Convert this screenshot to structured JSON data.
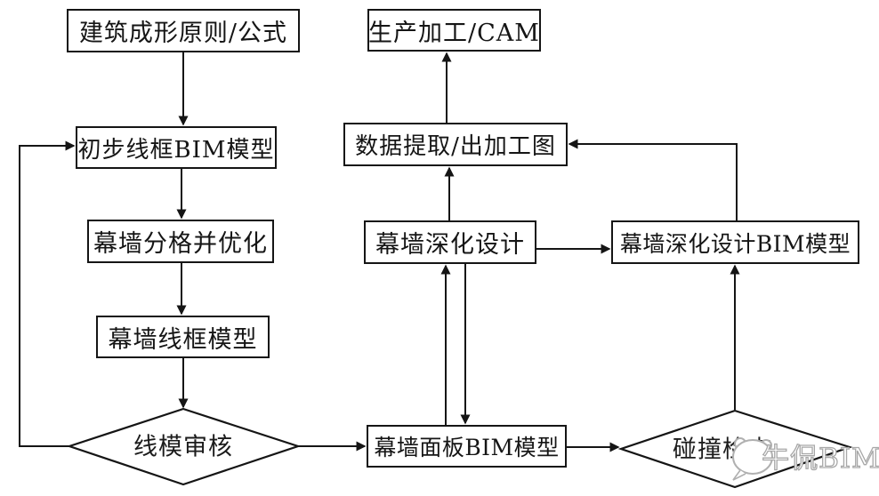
{
  "flowchart": {
    "nodes": {
      "arch_principles": {
        "label": "建筑成形原则/公式"
      },
      "prelim_wireframe": {
        "label": "初步线框BIM模型"
      },
      "grid_optimize": {
        "label": "幕墙分格并优化"
      },
      "wireframe_model": {
        "label": "幕墙线框模型"
      },
      "wire_review": {
        "label": "线模审核"
      },
      "production_cam": {
        "label": "生产加工/CAM"
      },
      "data_extract": {
        "label": "数据提取/出加工图"
      },
      "detail_design": {
        "label": "幕墙深化设计"
      },
      "detail_design_bim": {
        "label": "幕墙深化设计BIM模型"
      },
      "panel_bim": {
        "label": "幕墙面板BIM模型"
      },
      "collision_check": {
        "label": "碰撞检查"
      }
    },
    "watermark": {
      "text": "牛侃BIM"
    },
    "colors": {
      "line": "#151515",
      "text": "#1c1c1c",
      "background": "#ffffff",
      "watermark": "#a8a8a8"
    }
  }
}
